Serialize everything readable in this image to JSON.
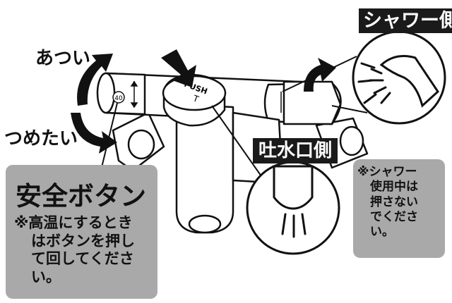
{
  "labels": {
    "hot": "あつい",
    "cold": "つめたい",
    "shower_side": "シャワー側",
    "spout_side": "吐水口側",
    "safety_button": "安全ボタン",
    "push": "PUSH",
    "dial_number": "40"
  },
  "notes": {
    "safety_note_lines": [
      "※高温にするとき",
      "はボタンを押し",
      "て回してくださ",
      "い。"
    ],
    "shower_note_lines": [
      "※シャワー",
      "使用中は",
      "押さない",
      "でくださ",
      "い。"
    ]
  },
  "colors": {
    "callout_gray": "#a9a9a9",
    "label_dark": "#1a1a1a",
    "line": "#111111"
  }
}
